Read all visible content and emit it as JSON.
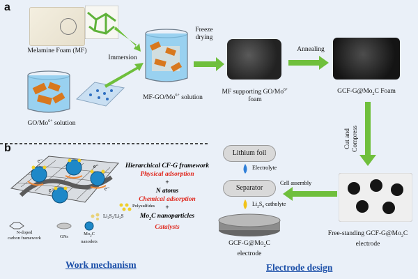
{
  "panel_a": {
    "label": "a",
    "melamine_foam": "Melamine Foam (MF)",
    "immersion": "Immersion",
    "go_solution": "GO/Mo",
    "go_solution_sup": "6+",
    "go_solution_tail": " solution",
    "mf_solution": "MF-GO/Mo",
    "mf_solution_sup": "6+",
    "mf_solution_tail": " solution",
    "freeze_line1": "Freeze",
    "freeze_line2": "drying",
    "annealing": "Annealing",
    "mf_support_line1": "MF supporting GO/Mo",
    "mf_support_sup": "6+",
    "mf_support_line2": "foam",
    "gcf_foam": "GCF-G@Mo",
    "gcf_foam_sub": "2",
    "gcf_foam_tail": "C Foam",
    "cut_line1": "Cut and",
    "cut_line2": "Compress"
  },
  "panel_b": {
    "label": "b",
    "hierarchical": "Hierarchical CF-G framework",
    "physical": "Physical adsorption",
    "plus1": "+",
    "n_atoms": "N atoms",
    "chemical": "Chemical adsorption",
    "plus2": "+",
    "mo2c": "Mo",
    "mo2c_sub": "2",
    "mo2c_tail": "C nanoparticles",
    "catalysts": "Catalysts",
    "polysulfides": "Polysulfides",
    "li2s": "Li₂S₂/Li₂S",
    "n_doped_line1": "N-doped",
    "n_doped_line2": "carbon framework",
    "gns": "GNs",
    "mo2c_nanodots_line1": "Mo",
    "mo2c_nanodots_sub": "2",
    "mo2c_nanodots_tail": "C",
    "mo2c_nanodots_line2": "nanodots",
    "e_label": "e⁻",
    "lithium_foil": "Lithium foil",
    "electrolyte": "Electrolyte",
    "separator": "Separator",
    "cell_assembly": "Cell assembly",
    "catholyte": "Li",
    "catholyte_sub": "2",
    "catholyte_mid": "S",
    "catholyte_sub2": "6",
    "catholyte_tail": " catholyte",
    "gcf_electrode_line1": "GCF-G@Mo",
    "gcf_electrode_sub": "2",
    "gcf_electrode_tail": "C",
    "gcf_electrode_line2": "electrode",
    "free_standing_line1": "Free-standing GCF-G@Mo",
    "free_standing_sub": "2",
    "free_standing_tail": "C",
    "free_standing_line2": "electrode",
    "work_mechanism": "Work mechanism",
    "electrode_design": "Electrode design"
  },
  "colors": {
    "background": "#eaf0f8",
    "arrow": "#6fbf3c",
    "red_text": "#e0281e",
    "title_blue": "#1a4ea8"
  }
}
